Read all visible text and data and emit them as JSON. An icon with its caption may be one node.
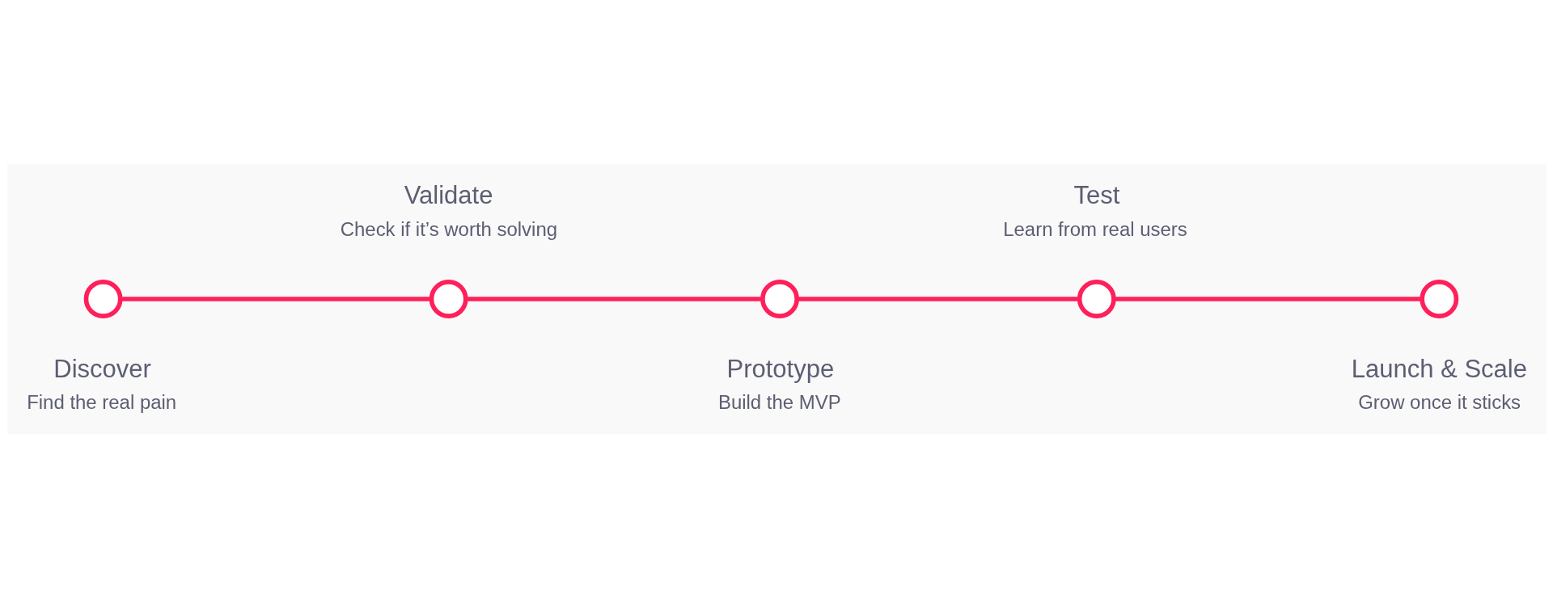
{
  "diagram": {
    "nodes": [
      {
        "text": [],
        "shape": "circle",
        "beside": [
          "Discover",
          "Find the real pain"
        ]
      },
      {
        "text": [],
        "shape": "circle",
        "beside": [
          "Validate",
          "Check if it’s worth solving"
        ]
      },
      {
        "text": [],
        "shape": "circle",
        "beside": [
          "Prototype",
          "Build the MVP"
        ]
      },
      {
        "text": [],
        "shape": "circle",
        "beside": [
          "Test",
          "Learn from real users"
        ]
      },
      {
        "text": [],
        "shape": "circle",
        "beside": [
          "Launch & Scale",
          "Grow once it sticks"
        ]
      }
    ],
    "edges": [
      {
        "from": 0,
        "to": 1,
        "arrow": "none"
      },
      {
        "from": 1,
        "to": 2,
        "arrow": "none"
      },
      {
        "from": 2,
        "to": 3,
        "arrow": "none"
      },
      {
        "from": 3,
        "to": 4,
        "arrow": "none"
      }
    ]
  }
}
